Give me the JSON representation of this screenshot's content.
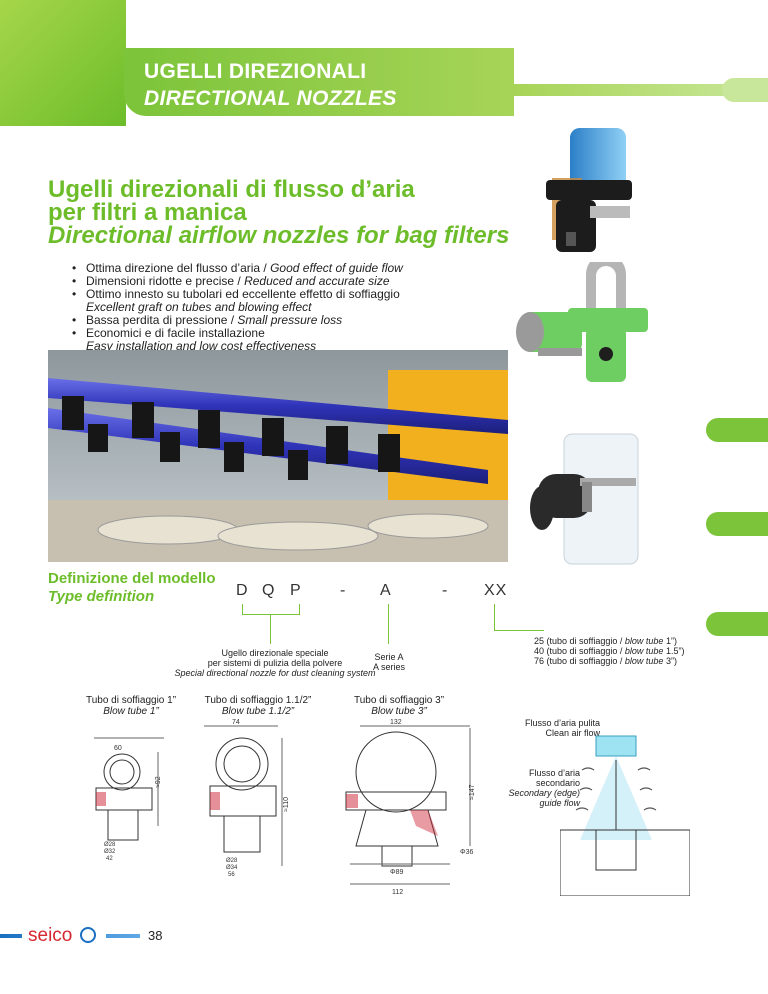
{
  "header": {
    "title_it": "UGELLI DIREZIONALI",
    "title_en": "DIRECTIONAL NOZZLES"
  },
  "title": {
    "line1": "Ugelli direzionali di flusso d’aria",
    "line2": "per filtri a manica",
    "line3": "Directional airflow nozzles for bag filters"
  },
  "bullets": [
    {
      "it": "Ottima direzione del flusso d’aria / ",
      "en": "Good effect of guide flow"
    },
    {
      "it": "Dimensioni ridotte e precise / ",
      "en": "Reduced and accurate size"
    },
    {
      "it": "Ottimo innesto su tubolari ed eccellente effetto di soffiaggio",
      "en": "",
      "sub": "Excellent graft on tubes and blowing effect"
    },
    {
      "it": "Bassa perdita di pressione / ",
      "en": "Small pressure loss"
    },
    {
      "it": "Economici e di facile installazione",
      "en": "",
      "sub": "Easy installation and low cost effectiveness"
    }
  ],
  "type_def": {
    "label_it": "Definizione del modello",
    "label_en": "Type definition",
    "code_d": "D",
    "code_q": "Q",
    "code_p": "P",
    "dash1": "-",
    "code_a": "A",
    "dash2": "-",
    "code_xx": "XX",
    "dqp_desc_it1": "Ugello direzionale speciale",
    "dqp_desc_it2": "per sistemi di pulizia della polvere",
    "dqp_desc_en": "Special directional nozzle for dust cleaning system",
    "a_desc_it": "Serie A",
    "a_desc_en": "A series",
    "xx_lines": [
      {
        "pre": "25 (tubo di soffiaggio / ",
        "en": "blow tube",
        "post": " 1”)"
      },
      {
        "pre": "40 (tubo di soffiaggio / ",
        "en": "blow tube",
        "post": " 1.5”)"
      },
      {
        "pre": "76 (tubo di soffiaggio / ",
        "en": "blow tube",
        "post": " 3”)"
      }
    ]
  },
  "drawings": {
    "d1_it": "Tubo di soffiaggio 1”",
    "d1_en": "Blow tube 1”",
    "d2_it": "Tubo di soffiaggio 1.1/2”",
    "d2_en": "Blow tube 1.1/2”",
    "d3_it": "Tubo di soffiaggio 3”",
    "d3_en": "Blow tube  3”",
    "dim_60": "60",
    "dim_92": "≈92",
    "dim_d28a": "Ø28",
    "dim_d32": "Ø32",
    "dim_42": "42",
    "dim_74": "74",
    "dim_110": "≈110",
    "dim_d28b": "Ø28",
    "dim_d34": "Ø34",
    "dim_56": "56",
    "dim_132": "132",
    "dim_147": "≈147",
    "dim_phi36": "Φ36",
    "dim_phi89": "Φ89",
    "dim_112": "112",
    "flow_clean_it": "Flusso d’aria pulita",
    "flow_clean_en": "Clean air flow",
    "flow_sec_it1": "Flusso d’aria",
    "flow_sec_it2": "secondario",
    "flow_sec_en1": "Secondary (edge)",
    "flow_sec_en2": "guide flow"
  },
  "footer": {
    "brand": "seico",
    "page": "38"
  },
  "colors": {
    "accent_green": "#6dbd2a",
    "brand_blue": "#1a6fc0",
    "pipe_blue": "#3b3fc4",
    "panel_yellow": "#f2b01e"
  }
}
